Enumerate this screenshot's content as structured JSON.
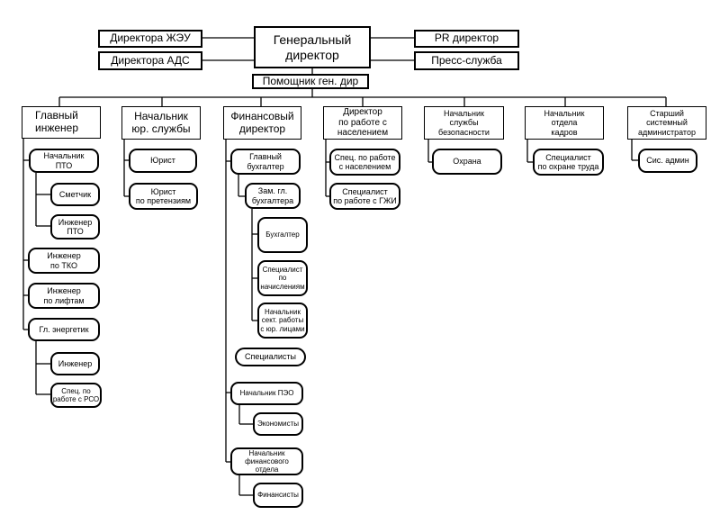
{
  "top": {
    "ceo": "Генеральный\nдиректор",
    "director_zheu": "Директора ЖЭУ",
    "director_ads": "Директора АДС",
    "pr_director": "PR директор",
    "press_service": "Пресс-служба",
    "assistant": "Помощник ген. дир"
  },
  "engineer": {
    "head": "Главный\nинженер",
    "pto_head": "Начальник\nПТО",
    "estimator": "Сметчик",
    "pto_engineer": "Инженер\nПТО",
    "tko_engineer": "Инженер\nпо ТКО",
    "lift_engineer": "Инженер\nпо лифтам",
    "chief_power": "Гл. энергетик",
    "engineer": "Инженер",
    "rso_spec": "Спец. по\nработе с РСО"
  },
  "legal": {
    "head": "Начальник\nюр. службы",
    "lawyer": "Юрист",
    "claims_lawyer": "Юрист\nпо претензиям"
  },
  "finance": {
    "head": "Финансовый\nдиректор",
    "chief_accountant": "Главный\nбухгалтер",
    "deputy_accountant": "Зам. гл.\nбухгалтера",
    "accountant": "Бухгалтер",
    "accrual_spec": "Специалист\nпо\nначислениям",
    "legal_entities_head": "Начальник\nсект. работы\nс юр. лицами",
    "specialists": "Специалисты",
    "peo_head": "Начальник ПЭО",
    "economists": "Экономисты",
    "fin_dept_head": "Начальник\nфинансового\nотдела",
    "financiers": "Финансисты"
  },
  "population": {
    "head": "Директор\nпо работе с\nнаселением",
    "spec_population": "Спец. по работе\nс населением",
    "spec_gzhi": "Специалист\nпо работе с ГЖИ"
  },
  "security": {
    "head": "Начальник\nслужбы\nбезопасности",
    "guard": "Охрана"
  },
  "hr": {
    "head": "Начальник\nотдела\nкадров",
    "labor_safety": "Специалист\nпо охране труда"
  },
  "it": {
    "head": "Старший\nсистемный\nадминистратор",
    "sysadmin": "Сис. админ"
  }
}
